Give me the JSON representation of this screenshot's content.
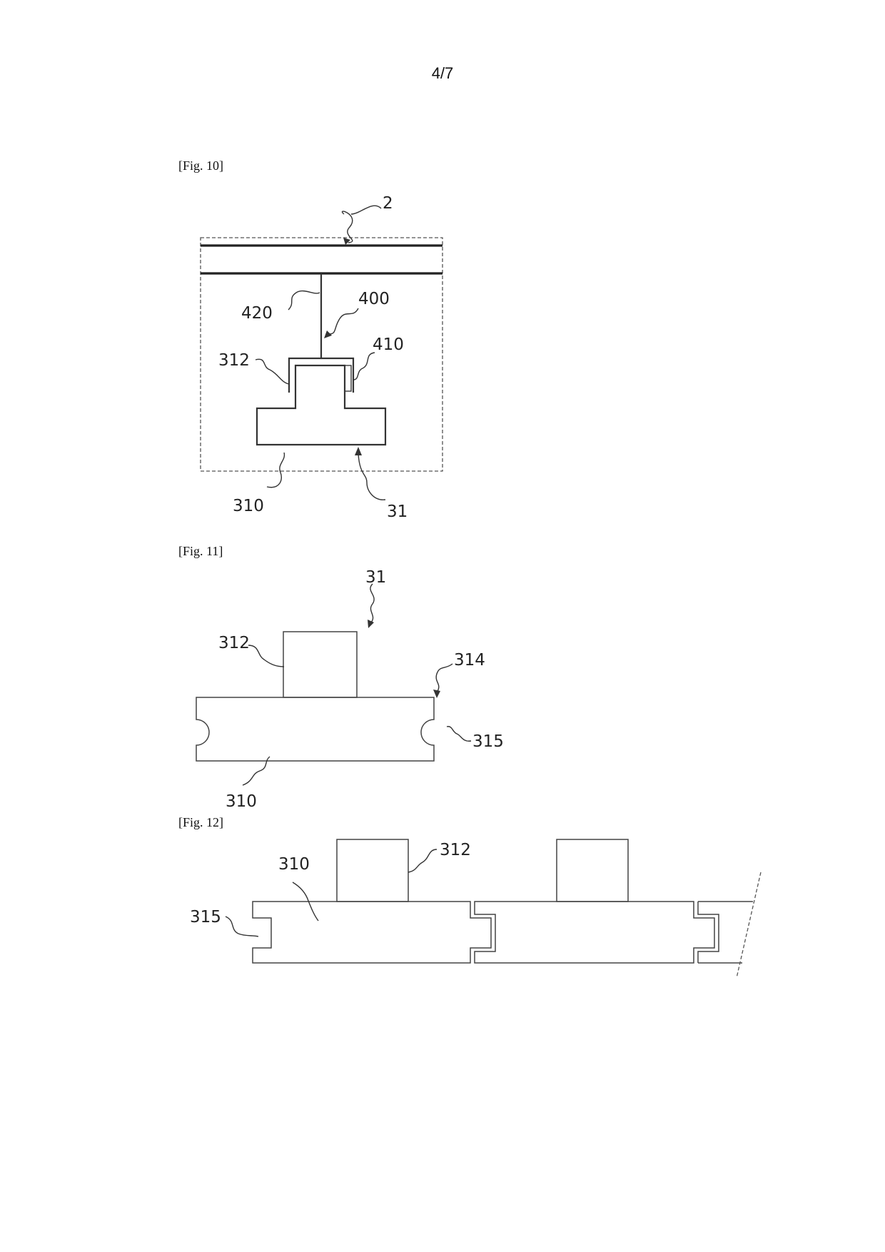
{
  "page_number": "4/7",
  "figures": [
    {
      "caption": "[Fig. 10]",
      "labels": [
        "2",
        "420",
        "400",
        "312",
        "410",
        "310",
        "31"
      ]
    },
    {
      "caption": "[Fig. 11]",
      "labels": [
        "31",
        "312",
        "314",
        "315",
        "310"
      ]
    },
    {
      "caption": "[Fig. 12]",
      "labels": [
        "310",
        "312",
        "315"
      ]
    }
  ]
}
